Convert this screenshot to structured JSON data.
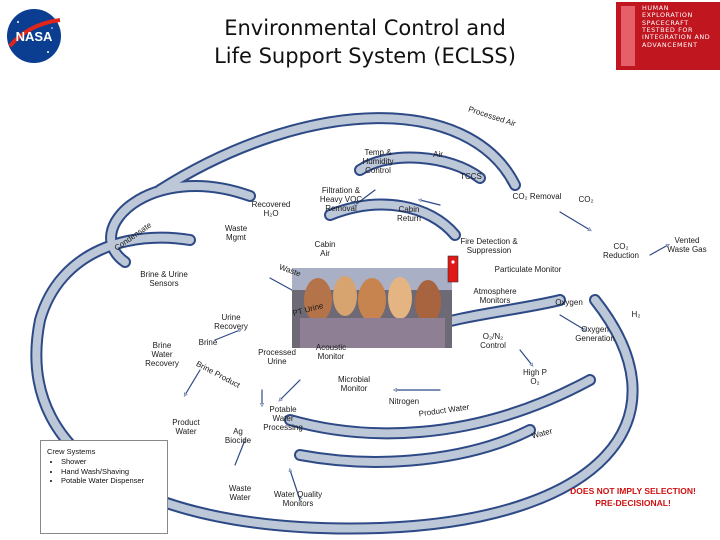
{
  "header": {
    "title_line1": "Environmental Control and",
    "title_line2": "Life Support System (ECLSS)",
    "logo_text": "NASA",
    "program_lines": [
      "Human",
      "Exploration",
      "Spacecraft",
      "Testbed for",
      "Integration and",
      "Advancement"
    ]
  },
  "colors": {
    "arrow_fill": "#bcc7d8",
    "arrow_outline": "#2e4a86",
    "nasa_blue": "#0b3d91",
    "nasa_red": "#e0251b",
    "hero_red": "#c0161f",
    "warning_red": "#d01010"
  },
  "labels": {
    "processed_air": "Processed Air",
    "air": "Air",
    "temp_humidity": "Temp & Humidity Control",
    "filtration": "Filtration & Heavy VOC Removal",
    "tccs": "TCCS",
    "co2_removal": "CO₂ Removal",
    "co2": "CO₂",
    "recovered_h2o": "Recovered H₂O",
    "cabin_return": "Cabin Return",
    "condensate": "Condensate",
    "waste_mgmt": "Waste Mgmt",
    "cabin_air": "Cabin Air",
    "fire_detection": "Fire Detection & Suppression",
    "co2_reduction": "CO₂ Reduction",
    "vented_waste_gas": "Vented Waste Gas",
    "waste": "Waste",
    "particulate_monitor": "Particulate Monitor",
    "brine_urine_sensors": "Brine & Urine Sensors",
    "atmosphere_monitors": "Atmosphere Monitors",
    "oxygen": "Oxygen",
    "pt_urine": "PT Urine",
    "h2": "H₂",
    "urine_recovery": "Urine Recovery",
    "oxygen_generation": "Oxygen Generation",
    "o2n2_control": "O₂/N₂ Control",
    "brine": "Brine",
    "brine_water_recovery": "Brine Water Recovery",
    "processed_urine": "Processed Urine",
    "acoustic_monitor": "Acoustic Monitor",
    "high_p_o2": "High P O₂",
    "brine_product": "Brine Product",
    "microbial_monitor": "Microbial Monitor",
    "nitrogen": "Nitrogen",
    "potable_water_processing": "Potable Water Processing",
    "product_water_arc": "Product Water",
    "product_water": "Product Water",
    "ag_biocide": "Ag Biocide",
    "water": "Water",
    "waste_water": "Waste Water",
    "water_quality_monitors": "Water Quality Monitors"
  },
  "crew_systems": {
    "heading": "Crew Systems",
    "items": [
      "Shower",
      "Hand Wash/Shaving",
      "Potable Water Dispenser"
    ]
  },
  "warning": {
    "line1": "DOES NOT IMPLY SELECTION!",
    "line2": "PRE-DECISIONAL!"
  }
}
